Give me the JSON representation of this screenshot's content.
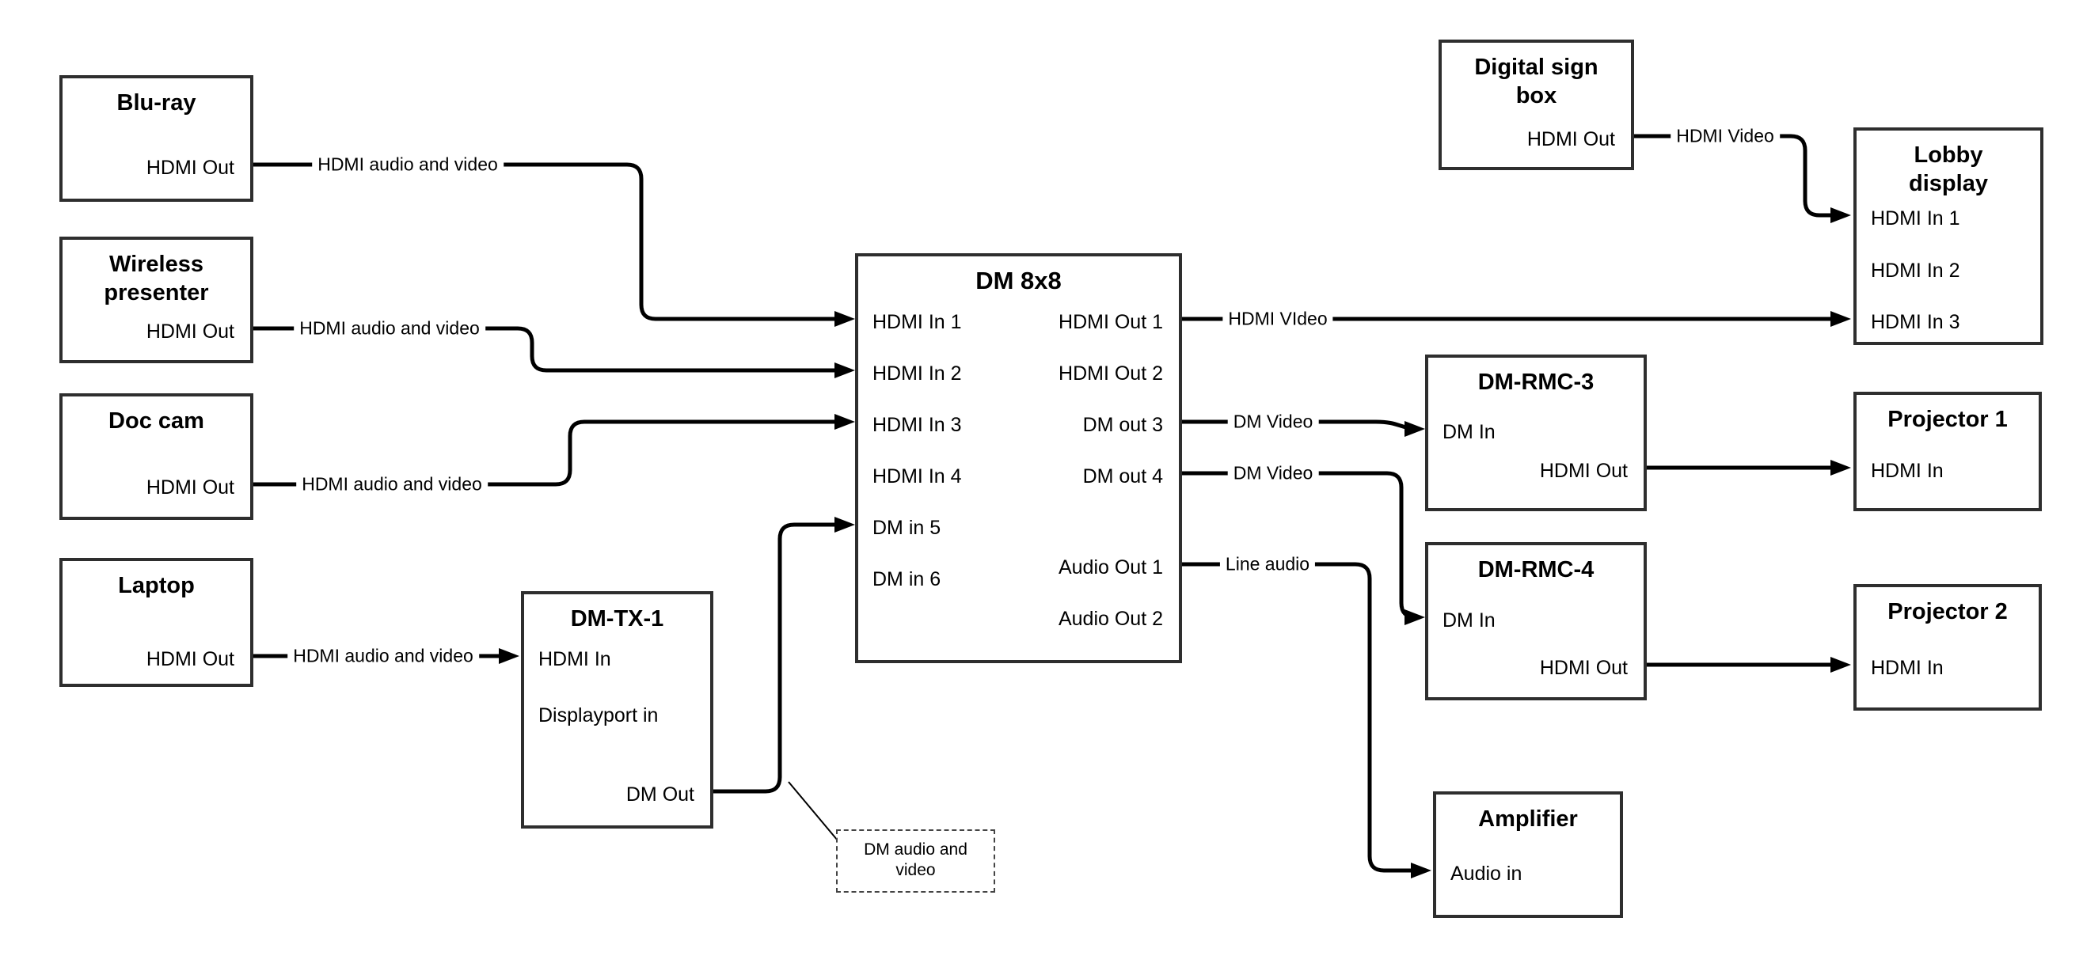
{
  "diagram": {
    "background_color": "#ffffff",
    "line_color": "#000000",
    "box_border_color": "#2e2e2e",
    "nodes": {
      "bluray": {
        "title": "Blu-ray",
        "ports": [
          {
            "label": "HDMI Out"
          }
        ]
      },
      "wireless": {
        "title": "Wireless presenter",
        "ports": [
          {
            "label": "HDMI Out"
          }
        ]
      },
      "doccam": {
        "title": "Doc cam",
        "ports": [
          {
            "label": "HDMI Out"
          }
        ]
      },
      "laptop": {
        "title": "Laptop",
        "ports": [
          {
            "label": "HDMI Out"
          }
        ]
      },
      "dmtx1": {
        "title": "DM-TX-1",
        "ports": [
          {
            "label": "HDMI In"
          },
          {
            "label": "Displayport in"
          },
          {
            "label": "DM Out"
          }
        ]
      },
      "dm8x8": {
        "title": "DM 8x8",
        "ports": [
          {
            "label": "HDMI In 1"
          },
          {
            "label": "HDMI In 2"
          },
          {
            "label": "HDMI In 3"
          },
          {
            "label": "HDMI In 4"
          },
          {
            "label": "DM in 5"
          },
          {
            "label": "DM in 6"
          },
          {
            "label": "HDMI Out 1"
          },
          {
            "label": "HDMI Out 2"
          },
          {
            "label": "DM out 3"
          },
          {
            "label": "DM out 4"
          },
          {
            "label": "Audio Out 1"
          },
          {
            "label": "Audio Out 2"
          }
        ]
      },
      "digitalsign": {
        "title": "Digital sign box",
        "ports": [
          {
            "label": "HDMI Out"
          }
        ]
      },
      "lobby": {
        "title": "Lobby display",
        "ports": [
          {
            "label": "HDMI In 1"
          },
          {
            "label": "HDMI In 2"
          },
          {
            "label": "HDMI In 3"
          }
        ]
      },
      "dmrmc3": {
        "title": "DM-RMC-3",
        "ports": [
          {
            "label": "DM In"
          },
          {
            "label": "HDMI Out"
          }
        ]
      },
      "proj1": {
        "title": "Projector 1",
        "ports": [
          {
            "label": "HDMI In"
          }
        ]
      },
      "dmrmc4": {
        "title": "DM-RMC-4",
        "ports": [
          {
            "label": "DM In"
          },
          {
            "label": "HDMI Out"
          }
        ]
      },
      "proj2": {
        "title": "Projector 2",
        "ports": [
          {
            "label": "HDMI In"
          }
        ]
      },
      "amplifier": {
        "title": "Amplifier",
        "ports": [
          {
            "label": "Audio in"
          }
        ]
      }
    },
    "edges": [
      {
        "from": "Blu-ray HDMI Out",
        "to": "DM 8x8 HDMI In 1",
        "label": "HDMI audio and video"
      },
      {
        "from": "Wireless presenter HDMI Out",
        "to": "DM 8x8 HDMI In 2",
        "label": "HDMI audio and video"
      },
      {
        "from": "Doc cam HDMI Out",
        "to": "DM 8x8 HDMI In 3",
        "label": "HDMI audio and video"
      },
      {
        "from": "Laptop HDMI Out",
        "to": "DM-TX-1 HDMI In",
        "label": "HDMI audio and video"
      },
      {
        "from": "DM-TX-1 DM Out",
        "to": "DM 8x8 DM in 5",
        "label": ""
      },
      {
        "from": "DM 8x8 HDMI Out 1",
        "to": "Lobby display HDMI In 3",
        "label": "HDMI VIdeo"
      },
      {
        "from": "DM 8x8 DM out 3",
        "to": "DM-RMC-3 DM In",
        "label": "DM Video"
      },
      {
        "from": "DM 8x8 DM out 4",
        "to": "DM-RMC-4 DM In",
        "label": "DM Video"
      },
      {
        "from": "DM 8x8 Audio Out 1",
        "to": "Amplifier Audio in",
        "label": "Line audio"
      },
      {
        "from": "Digital sign box HDMI Out",
        "to": "Lobby display HDMI In 1",
        "label": "HDMI Video"
      },
      {
        "from": "DM-RMC-3 HDMI Out",
        "to": "Projector 1 HDMI In",
        "label": ""
      },
      {
        "from": "DM-RMC-4 HDMI Out",
        "to": "Projector 2 HDMI In",
        "label": ""
      }
    ],
    "note": {
      "text": "DM audio and video"
    }
  }
}
